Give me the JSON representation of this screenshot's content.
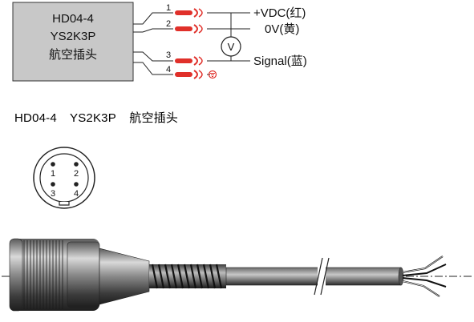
{
  "module": {
    "lines": [
      "HD04-4",
      "YS2K3P",
      "航空插头"
    ]
  },
  "wires": [
    {
      "pin": "1",
      "label": "+VDC(红)"
    },
    {
      "pin": "2",
      "label": "0V(黄)"
    },
    {
      "pin": "3",
      "label": "Signal(蓝)"
    },
    {
      "pin": "4",
      "label": ""
    }
  ],
  "meter_symbol": "V",
  "caption": {
    "model": "HD04-4",
    "code": "YS2K3P",
    "type": "航空插头"
  },
  "pin_face": [
    "1",
    "2",
    "3",
    "4"
  ],
  "colors": {
    "module_fill": "#c8c8c8",
    "plug_accent": "#e0302a",
    "wire": "#222222",
    "ground_symbol": "#e0302a"
  },
  "icons": {
    "meter": "voltmeter-icon",
    "ground": "ground-icon"
  }
}
